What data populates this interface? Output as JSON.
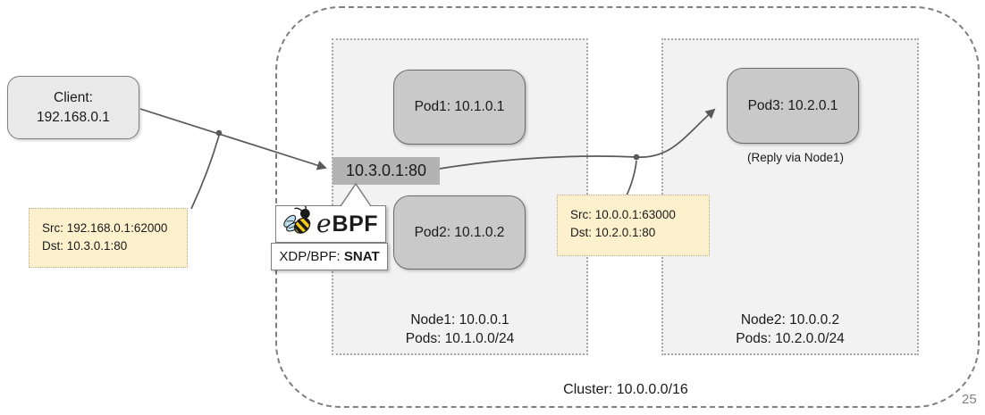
{
  "slide": {
    "page_number": "25",
    "cluster_label": "Cluster: 10.0.0.0/16"
  },
  "client": {
    "line1": "Client:",
    "line2": "192.168.0.1"
  },
  "vip": {
    "label": "10.3.0.1:80"
  },
  "ebpf": {
    "brand_e": "e",
    "brand_rest": "BPF",
    "action_prefix": "XDP/BPF: ",
    "action": "SNAT"
  },
  "packet_notes": [
    {
      "src": "Src: 192.168.0.1:62000",
      "dst": "Dst: 10.3.0.1:80"
    },
    {
      "src": "Src: 10.0.0.1:63000",
      "dst": "Dst: 10.2.0.1:80"
    }
  ],
  "nodes": [
    {
      "name": "Node1: 10.0.0.1",
      "pods_cidr": "Pods: 10.1.0.0/24",
      "pods": [
        {
          "label": "Pod1: 10.1.0.1"
        },
        {
          "label": "Pod2: 10.1.0.2"
        }
      ]
    },
    {
      "name": "Node2: 10.0.0.2",
      "pods_cidr": "Pods: 10.2.0.0/24",
      "pods": [
        {
          "label": "Pod3: 10.2.0.1"
        }
      ],
      "reply_note": "(Reply via Node1)"
    }
  ],
  "colors": {
    "pod_fill": "#c9c9c9",
    "node_fill": "#f2f2f2",
    "client_fill": "#e9e9e9",
    "vip_fill": "#b3b3b3",
    "note_fill": "#fdf0cd",
    "arrow": "#595959",
    "cluster_border": "#7f7f7f",
    "ebpf_yellow": "#f6c915",
    "ebpf_wing_blue": "#bfe0f0"
  }
}
